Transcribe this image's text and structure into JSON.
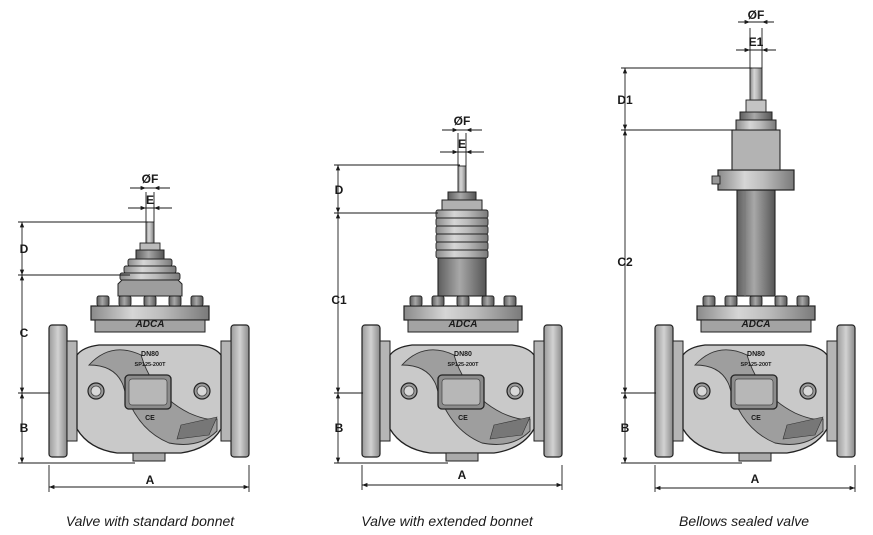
{
  "dims": {
    "f": "ØF",
    "e": "E",
    "d": "D",
    "c": "C",
    "b": "B",
    "a": "A",
    "c1": "C1",
    "c2": "C2",
    "d1": "D1",
    "e1": "E1"
  },
  "marks": {
    "brand": "ADCA",
    "size": "DN80",
    "model": "SP125-200T",
    "ce": "CE"
  },
  "captions": {
    "standard": "Valve with standard bonnet",
    "extended": "Valve with extended bonnet",
    "bellows": "Bellows sealed valve"
  }
}
